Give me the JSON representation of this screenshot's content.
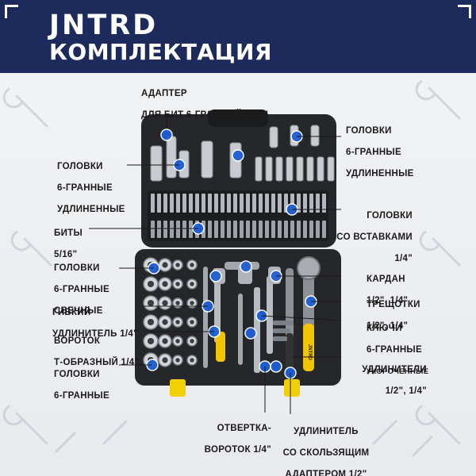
{
  "header": {
    "brand": "JNTRD",
    "title": "КОМПЛЕКТАЦИЯ"
  },
  "colors": {
    "navy": "#1d2a5c",
    "dot": "#1e5fd6",
    "case": "#26272a",
    "handle": "#f2c500",
    "latch": "#f0d000"
  },
  "labels": {
    "adapter": {
      "line1": "АДАПТЕР",
      "line2": "ДЛЯ БИТ 6-ГРАННЫЙ 5/16\""
    },
    "sockets_long_right": {
      "line1": "ГОЛОВКИ",
      "line2": "6-ГРАННЫЕ",
      "line3": "УДЛИНЕННЫЕ"
    },
    "sockets_long_left": {
      "line1": "ГОЛОВКИ",
      "line2": "6-ГРАННЫЕ",
      "line3": "УДЛИНЕННЫЕ"
    },
    "bit_sockets": {
      "line1": "ГОЛОВКИ",
      "line2": "СО ВСТАВКАМИ",
      "line3": "1/4\""
    },
    "bits": {
      "line1": "БИТЫ",
      "line2": "5/16\""
    },
    "spark_sockets": {
      "line1": "ГОЛОВКИ",
      "line2": "6-ГРАННЫЕ",
      "line3": "СВЕЧНЫЕ"
    },
    "cardan": {
      "line1": "КАРДАН",
      "line2": "1/2\", 1/4\""
    },
    "ratchets": {
      "line1": "ТРЕЩОТКИ",
      "line2": "1/2\", 1/4\""
    },
    "flex_ext": {
      "line1": "ГИБКИЙ",
      "line2": "УДЛИНИТЕЛЬ 1/4\""
    },
    "keys": {
      "line1": "КЛЮЧИ",
      "line2": "6-ГРАННЫЕ",
      "line3": "УКОРОЧЕННЫЕ"
    },
    "t_handle": {
      "line1": "ВОРОТОК",
      "line2": "Т-ОБРАЗНЫЙ 1/4\""
    },
    "extensions": {
      "line1": "УДЛИНИТЕЛИ",
      "line2": "1/2\", 1/4\""
    },
    "sockets_hex": {
      "line1": "ГОЛОВКИ",
      "line2": "6-ГРАННЫЕ"
    },
    "screwdriver": {
      "line1": "ОТВЕРТКА-",
      "line2": "ВОРОТОК 1/4\""
    },
    "slide_ext": {
      "line1": "УДЛИНИТЕЛЬ",
      "line2": "СО СКОЛЬЗЯЩИМ",
      "line3": "АДАПТЕРОМ 1/2\""
    }
  },
  "product": {
    "handle_brand": "JNTRD"
  }
}
